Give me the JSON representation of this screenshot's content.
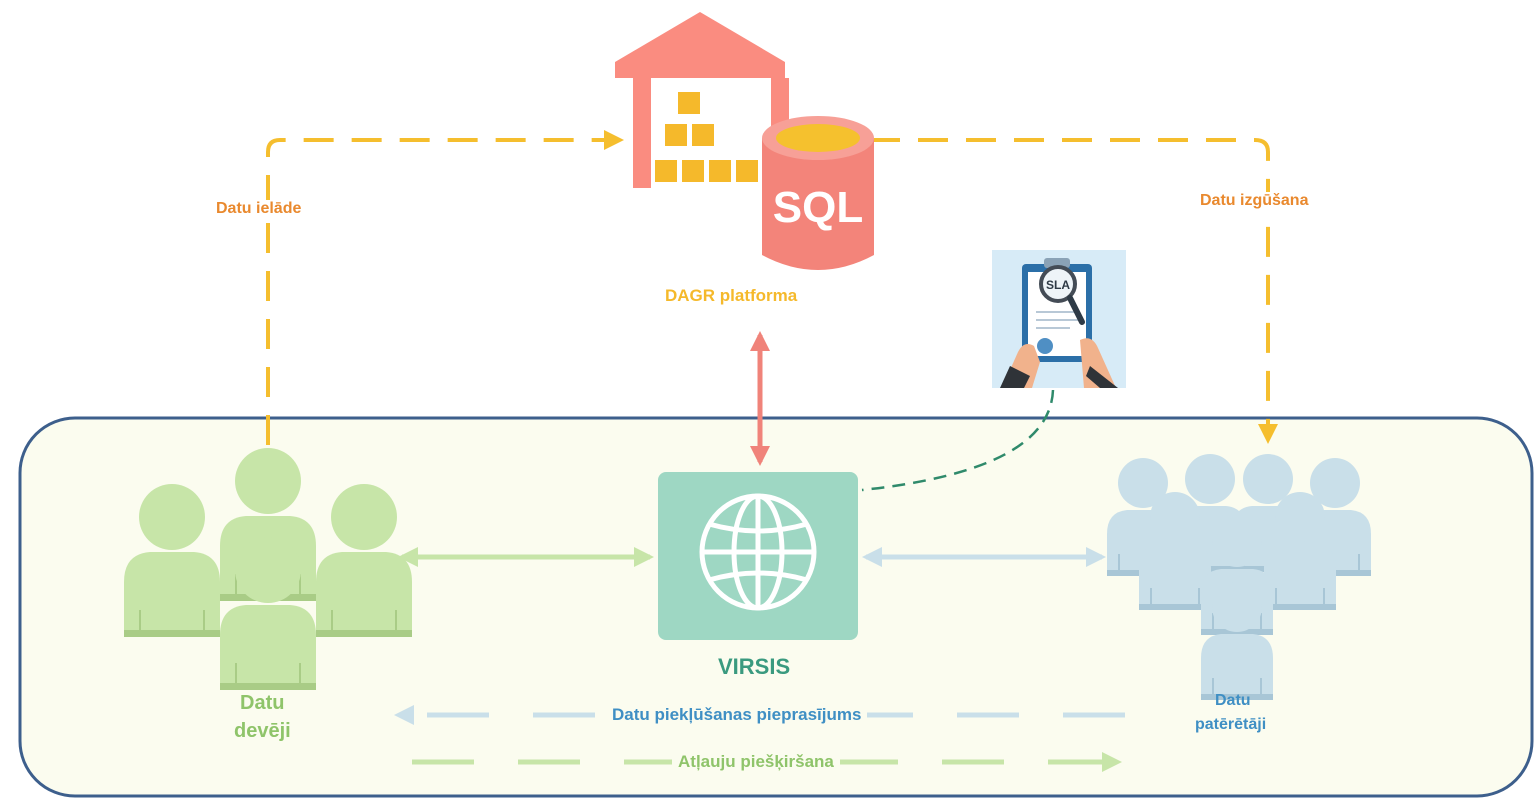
{
  "labels": {
    "ingest": "Datu ielāde",
    "extract": "Datu izgūšana",
    "platform": "DAGR platforma",
    "sql": "SQL",
    "sla": "SLA",
    "hub": "VIRSIS",
    "providers_line1": "Datu",
    "providers_line2": "devēji",
    "consumers_line1": "Datu",
    "consumers_line2": "patērētāji",
    "access_request": "Datu piekļūšanas pieprasījums",
    "permission_grant": "Atļauju piešķiršana"
  },
  "colors": {
    "warehouse": "#fa8c80",
    "cubes": "#f5b92b",
    "sql_db": "#f3847a",
    "yellow_flow": "#f5be2e",
    "orange_text": "#e9892e",
    "red_arrow": "#f0837a",
    "hub": "#9ed7c3",
    "hub_text": "#3a9a7f",
    "green_people": "#c7e5a8",
    "green_text": "#8fc46a",
    "blue_people": "#c9dfe9",
    "blue_text": "#3f8fc4",
    "panel_bg": "#fbfcef",
    "panel_border": "#3d5f8c",
    "sla_bg": "#d7ebf7",
    "sla_link": "#2f8a6b"
  },
  "icons": {
    "warehouse": "warehouse-icon",
    "database": "sql-database-icon",
    "contract": "sla-contract-icon",
    "hub": "globe-icon",
    "providers": "people-group-icon",
    "consumers": "people-group-icon"
  }
}
